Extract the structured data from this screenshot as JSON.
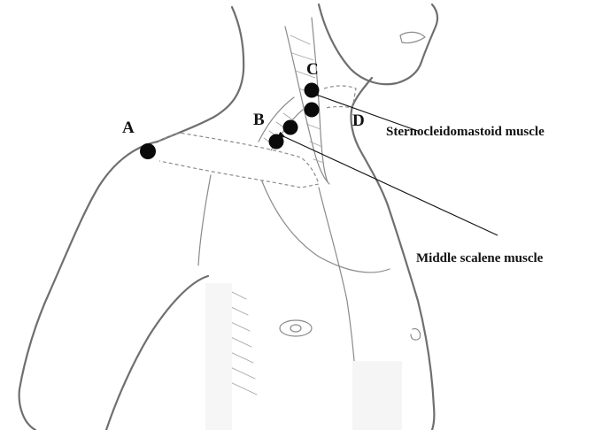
{
  "points": [
    {
      "id": "A",
      "label": "A"
    },
    {
      "id": "B",
      "label": "B"
    },
    {
      "id": "C",
      "label": "C"
    },
    {
      "id": "D",
      "label": "D"
    }
  ],
  "muscles": {
    "sternocleidomastoid": "Sternocleidomastoid muscle",
    "middle_scalene": "Middle scalene muscle"
  },
  "colors": {
    "dot": "#0a0a0a",
    "line": "#6f6f6f",
    "text": "#111111"
  }
}
